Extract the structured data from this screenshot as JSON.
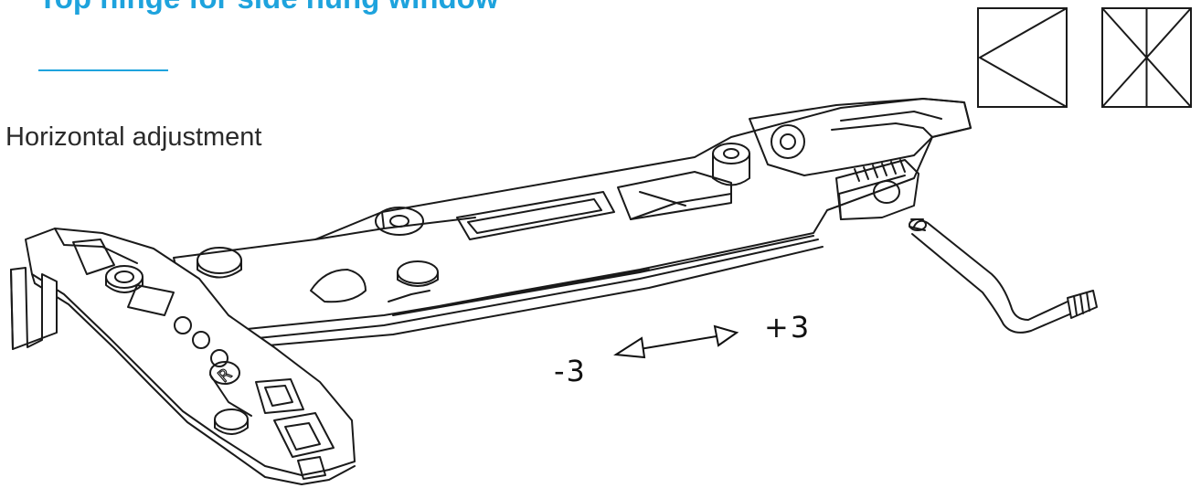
{
  "header": {
    "title": "Top hinge for side hung window",
    "subtitle": "Horizontal adjustment"
  },
  "colors": {
    "accent": "#1ea3dd",
    "line": "#1a1a1a",
    "text": "#2a2a2a"
  },
  "symbols": {
    "left": "side-hung-window-symbol-icon",
    "right": "tilt-turn-window-symbol-icon"
  },
  "adjustment": {
    "plus_label": "+3",
    "minus_label": "-3"
  }
}
